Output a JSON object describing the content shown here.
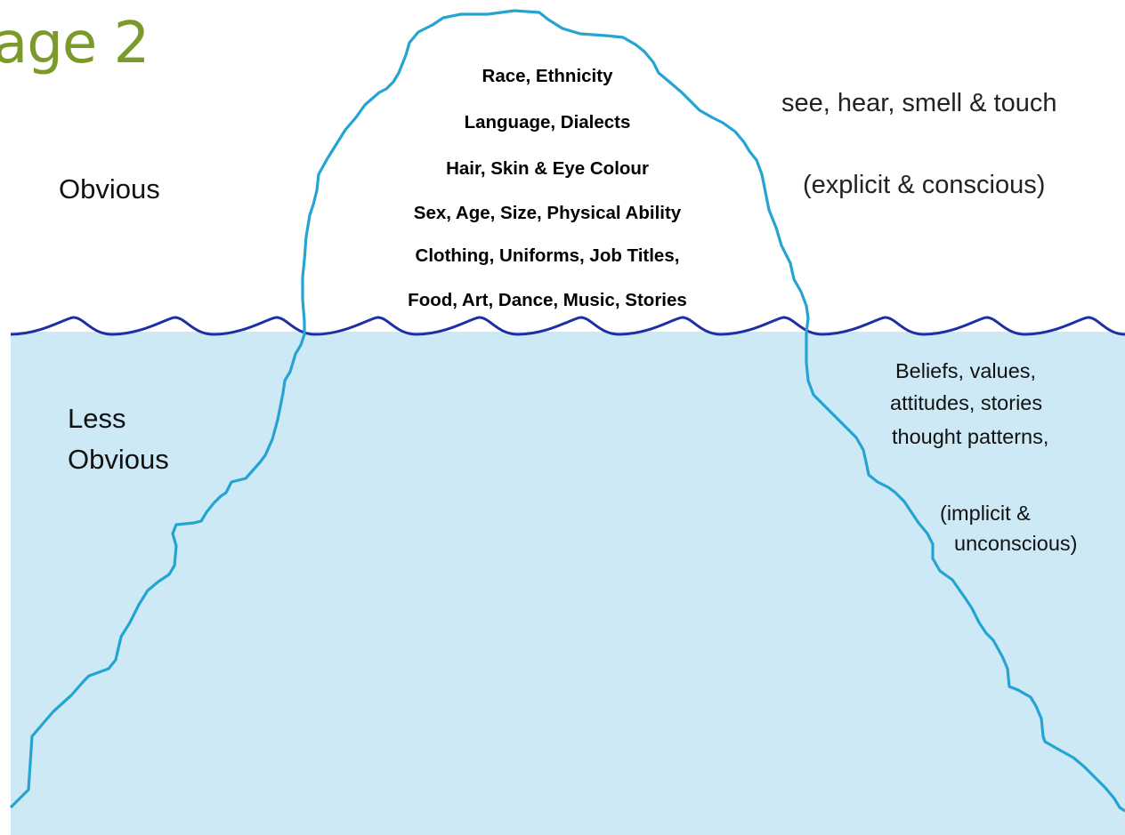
{
  "title": "age 2",
  "levels": {
    "above": "Obvious",
    "below_line1": "Less",
    "below_line2": "Obvious"
  },
  "tip_items": [
    "Race, Ethnicity",
    "Language, Dialects",
    "Hair, Skin & Eye Colour",
    "Sex, Age, Size, Physical Ability",
    "Clothing, Uniforms, Job Titles,",
    "Food, Art, Dance, Music, Stories"
  ],
  "above_notes": {
    "senses": "see, hear, smell & touch",
    "awareness": "(explicit & conscious)"
  },
  "below_notes": {
    "line1": "Beliefs, values,",
    "line2": "attitudes, stories",
    "line3": "thought patterns,",
    "awareness_line1": "(implicit &",
    "awareness_line2": "unconscious)"
  },
  "colors": {
    "title": "#7c9a2c",
    "water": "#cde9f6",
    "iceberg_outline": "#25a4d2",
    "waterline": "#1e2fa6"
  }
}
